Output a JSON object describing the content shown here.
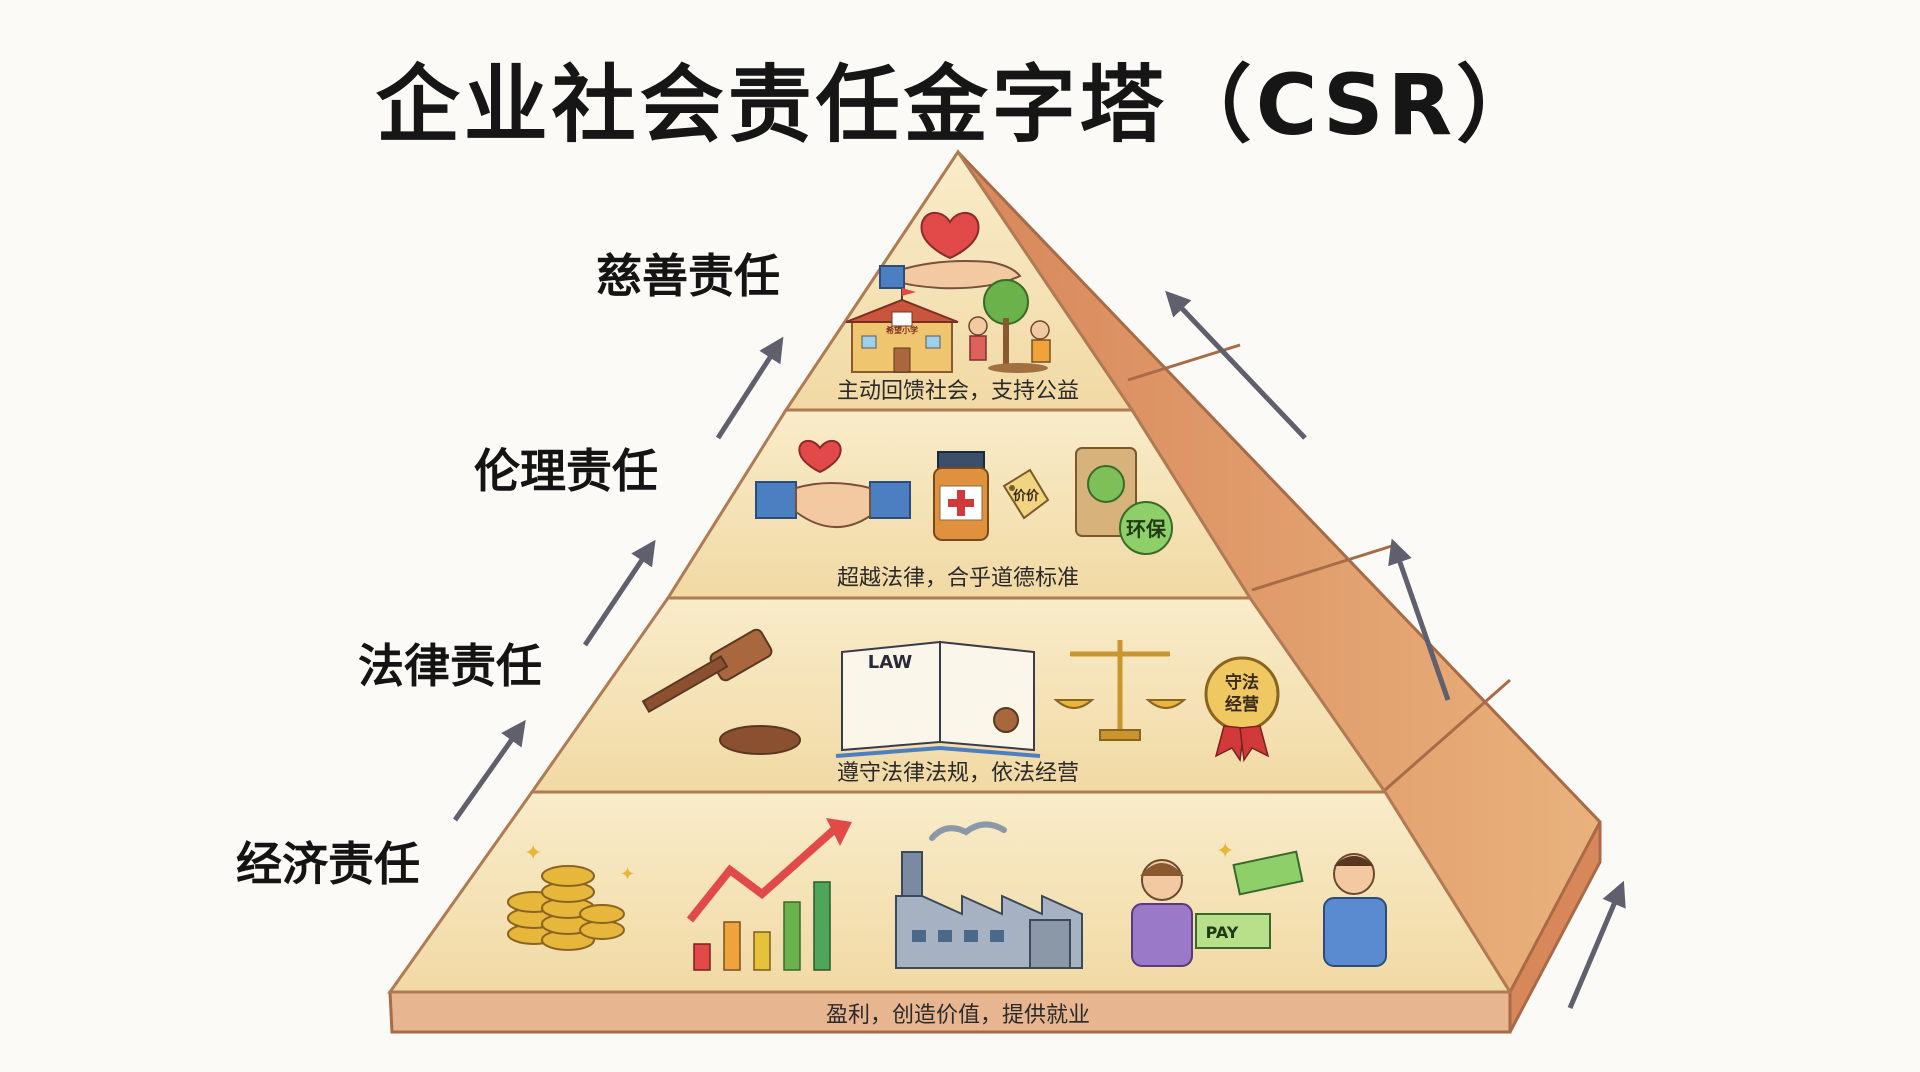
{
  "title": "企业社会责任金字塔（CSR）",
  "levels": [
    {
      "id": "philanthropic",
      "label": "慈善责任",
      "description": "主动回馈社会，支持公益"
    },
    {
      "id": "ethical",
      "label": "伦理责任",
      "description": "超越法律，合乎道德标准"
    },
    {
      "id": "legal",
      "label": "法律责任",
      "description": "遵守法律法规，依法经营"
    },
    {
      "id": "economic",
      "label": "经济责任",
      "description": "盈利，创造价值，提供就业"
    }
  ],
  "icon_text": {
    "school_sign": "希望小学",
    "price_tag": "价价",
    "eco_badge": "环保",
    "law_book": "LAW",
    "law_badge_line1": "守法",
    "law_badge_line2": "经营",
    "pay_check": "PAY"
  },
  "colors": {
    "tier_fill": "#f6e3b6",
    "tier_stroke": "#b07a52",
    "side_fill": "#dd9a6c",
    "base_fill": "#e8b591",
    "arrow": "#5f5f6e",
    "heart": "#e24a4a",
    "coin": "#e6b73a"
  }
}
